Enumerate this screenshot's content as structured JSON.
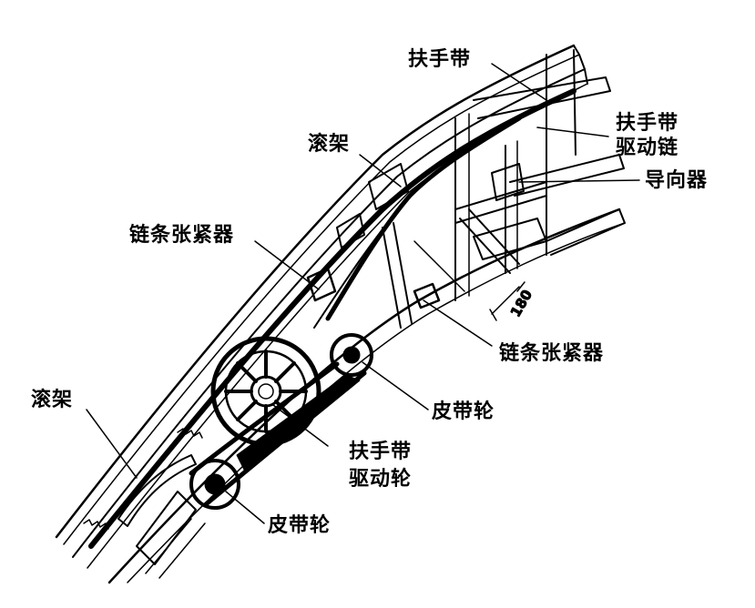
{
  "labels": {
    "handrail": "扶手带",
    "handrail_drive_chain_1": "扶手带",
    "handrail_drive_chain_2": "驱动链",
    "guide": "导向器",
    "roller_frame_top": "滚架",
    "chain_tensioner_left": "链条张紧器",
    "chain_tensioner_right": "链条张紧器",
    "pulley_right": "皮带轮",
    "roller_frame_left": "滚架",
    "handrail_drive_wheel_1": "扶手带",
    "handrail_drive_wheel_2": "驱动轮",
    "pulley_bottom": "皮带轮"
  },
  "dimension": "180"
}
